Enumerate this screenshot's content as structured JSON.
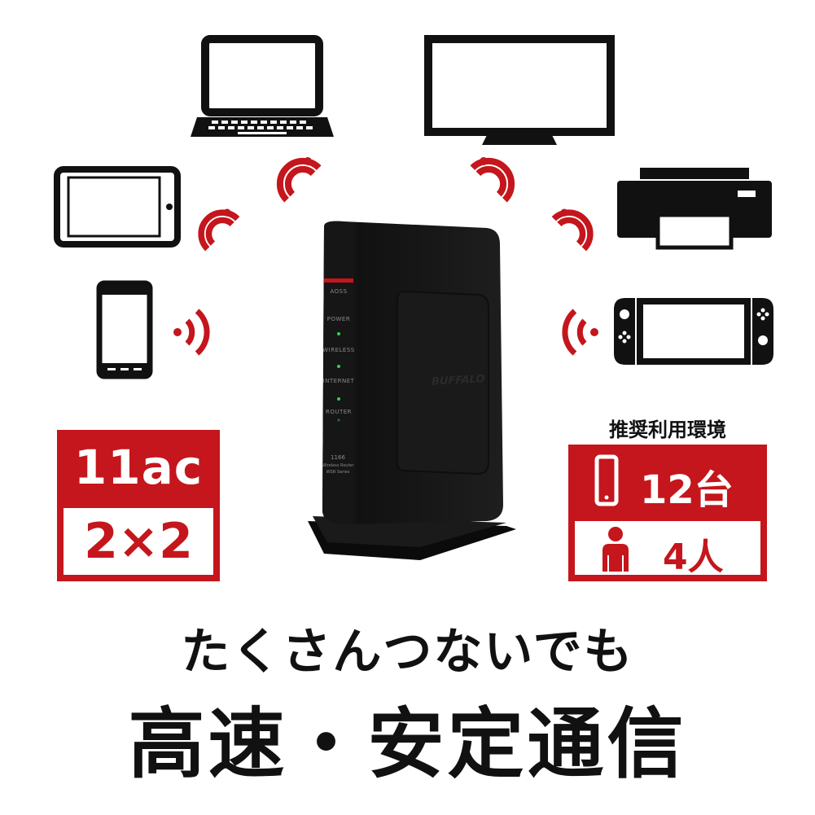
{
  "devices": {
    "laptop": "laptop-icon",
    "tv": "tv-icon",
    "tablet": "tablet-icon",
    "printer": "printer-icon",
    "smartphone": "smartphone-icon",
    "game_console": "game-console-icon"
  },
  "router": {
    "brand": "BUFFALO",
    "led_labels": [
      "AOSS",
      "POWER",
      "WIRELESS",
      "INTERNET",
      "ROUTER"
    ],
    "model_line1": "1166",
    "model_line2": "Wireless Router",
    "model_line3": "WSR Series"
  },
  "spec_badge": {
    "standard": "11ac",
    "streams": "2×2"
  },
  "environment": {
    "label": "推奨利用環境",
    "devices_count": "12台",
    "people_count": "4人"
  },
  "tagline": "たくさんつないでも",
  "headline": "高速・安定通信",
  "colors": {
    "accent": "#c4161c",
    "icon": "#111111",
    "router_body": "#1c1c1c"
  }
}
